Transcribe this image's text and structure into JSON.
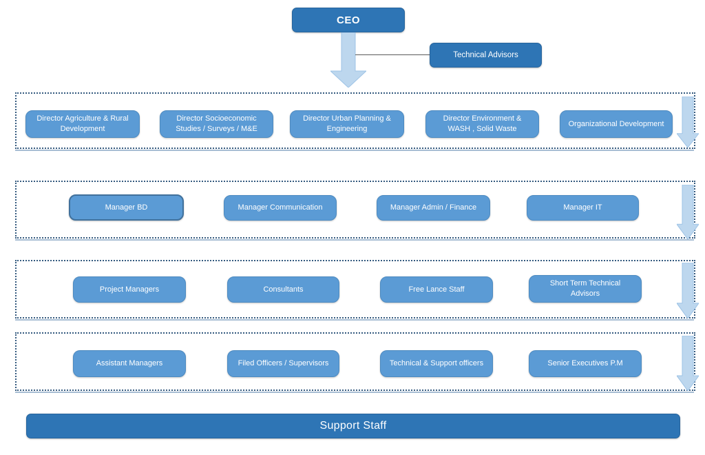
{
  "org": {
    "ceo": "CEO",
    "technical_advisors": "Technical Advisors",
    "support_staff": "Support Staff",
    "level1": [
      "Director Agriculture & Rural Development",
      "Director Socioeconomic Studies / Surveys / M&E",
      "Director Urban Planning & Engineering",
      "Director Environment & WASH , Solid Waste",
      "Organizational Development"
    ],
    "level2": [
      "Manager BD",
      "Manager Communication",
      "Manager Admin / Finance",
      "Manager IT"
    ],
    "level3": [
      "Project Managers",
      "Consultants",
      "Free Lance Staff",
      "Short Term Technical Advisors"
    ],
    "level4": [
      "Assistant Managers",
      "Filed Officers / Supervisors",
      "Technical & Support officers",
      "Senior Executives P.M"
    ]
  },
  "colors": {
    "dark_blue": "#2E75B5",
    "box_blue": "#5B9BD5",
    "box_border": "#4D8AC0",
    "highlight_border": "#41719C",
    "arrow_fill": "#BDD7EE",
    "arrow_stroke": "#9DC3E6",
    "dotted_border": "#33597E",
    "underline": "#A7BDD3",
    "connector_line": "#595959",
    "text": "#FFFFFF"
  }
}
